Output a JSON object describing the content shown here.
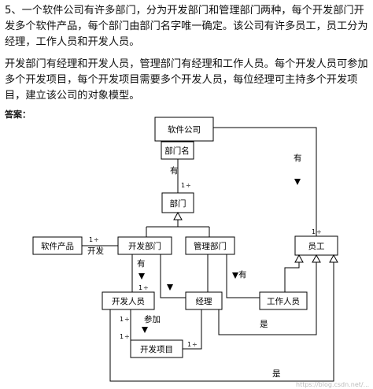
{
  "problem": {
    "para1": "5、一个软件公司有许多部门，分为开发部门和管理部门两种，每个开发部门开发多个软件产品，每个部门由部门名字唯一确定。该公司有许多员工，员工分为经理，工作人员和开发人员。",
    "para2": "开发部门有经理和开发人员，管理部门有经理和工作人员。每个开发人员可参加多个开发项目，每个开发项目需要多个开发人员，每位经理可主持多个开发项目，建立该公司的对象模型。"
  },
  "answer_label": "答案：",
  "diagram": {
    "classes": {
      "company": "软件公司",
      "dept_name": "部门名",
      "dept": "部门",
      "product": "软件产品",
      "dev_dept": "开发部门",
      "mgmt_dept": "管理部门",
      "employee": "员工",
      "developer": "开发人员",
      "manager": "经理",
      "worker": "工作人员",
      "project": "开发项目"
    },
    "labels": {
      "has": "有",
      "one": "1",
      "dev": "开发",
      "participate": "参加",
      "yes": "是"
    },
    "watermark": "https://blog.csdn.net/..."
  }
}
